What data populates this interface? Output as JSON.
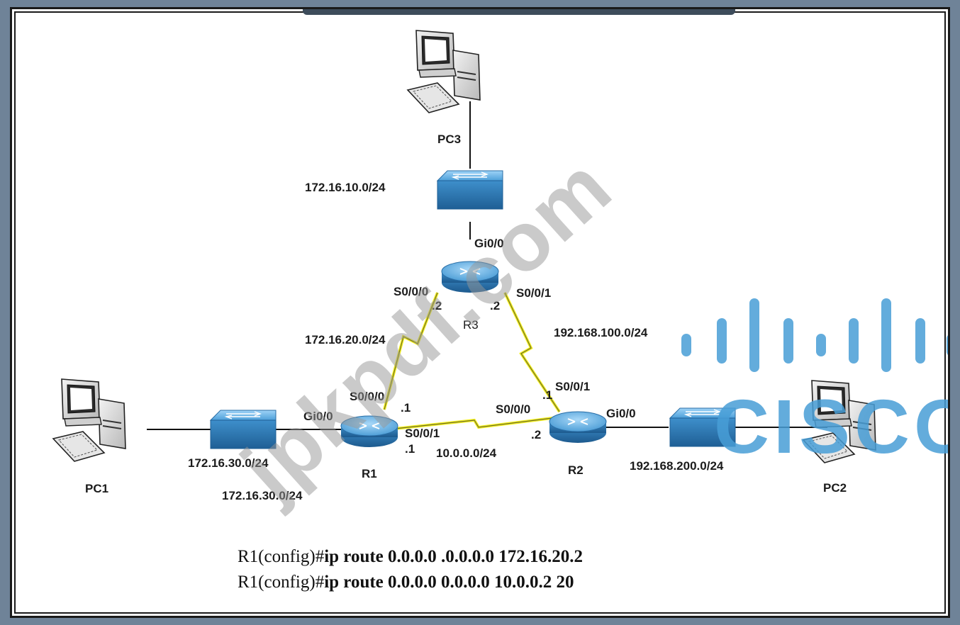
{
  "devices": {
    "pc1": "PC1",
    "pc2": "PC2",
    "pc3": "PC3",
    "r1": "R1",
    "r2": "R2",
    "r3": "R3"
  },
  "networks": {
    "lan_pc3": "172.16.10.0/24",
    "r1_r3": "172.16.20.0/24",
    "r2_r3": "192.168.100.0/24",
    "r1_r2": "10.0.0.0/24",
    "lan_pc1_a": "172.16.30.0/24",
    "lan_pc1_b": "172.16.30.0/24",
    "lan_pc2": "192.168.200.0/24"
  },
  "interfaces": {
    "r3_gi": "Gi0/0",
    "r3_s000": "S0/0/0",
    "r3_s001": "S0/0/1",
    "r3_s000_host": ".2",
    "r3_s001_host": ".2",
    "r1_gi": "Gi0/0",
    "r1_s000": "S0/0/0",
    "r1_s000_host": ".1",
    "r1_s001": "S0/0/1",
    "r1_s001_host": ".1",
    "r2_s000": "S0/0/0",
    "r2_s000_host": ".2",
    "r2_s001": "S0/0/1",
    "r2_s001_host": ".1",
    "r2_gi": "Gi0/0"
  },
  "commands": [
    {
      "prompt": "R1(config)#",
      "cmd": "ip route 0.0.0.0 .0.0.0.0 172.16.20.2"
    },
    {
      "prompt": "R1(config)#",
      "cmd": "ip route 0.0.0.0 0.0.0.0 10.0.0.2 20"
    }
  ],
  "watermark": "jpkpdf.com",
  "logo": "CISCO",
  "colors": {
    "device_blue": "#4b9bd6",
    "link_yellow": "#f2ee1c",
    "cisco_blue": "#489ed6"
  }
}
